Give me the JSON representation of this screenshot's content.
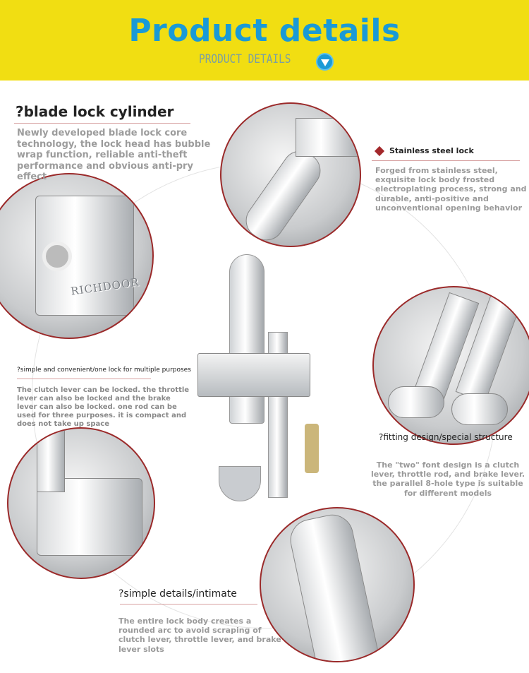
{
  "header": {
    "title": "Product details",
    "subtitle": "PRODUCT DETAILS",
    "arrow_icon": "chevron-down-circle-icon"
  },
  "colors": {
    "banner": "#f1de12",
    "title": "#1a9ad6",
    "accent": "#9b2a2a"
  },
  "sections": [
    {
      "heading": "?blade lock cylinder",
      "text": "Newly developed blade lock core technology, the lock head has bubble wrap function, reliable anti-theft performance and obvious anti-pry effect"
    },
    {
      "heading": "Stainless steel lock",
      "text": "Forged from stainless steel, exquisite lock body frosted electroplating process, strong and durable, anti-positive and unconventional opening behavior"
    },
    {
      "heading": "?simple and convenient/one lock for multiple purposes",
      "text": "The clutch lever can be locked. the throttle lever can also be locked and the brake lever can also be locked. one rod can be used for three purposes. it is compact and does not take up space"
    },
    {
      "heading": "?fitting design/special structure",
      "text": "The \"two\" font design is a clutch lever, throttle rod, and brake lever. the parallel 8-hole type is suitable for different models"
    },
    {
      "heading": "?simple details/intimate",
      "text": "The entire lock body creates a rounded arc to avoid scraping of clutch lever, throttle lever, and brake lever slots"
    }
  ],
  "brand_engraving": "RICHDOOR"
}
